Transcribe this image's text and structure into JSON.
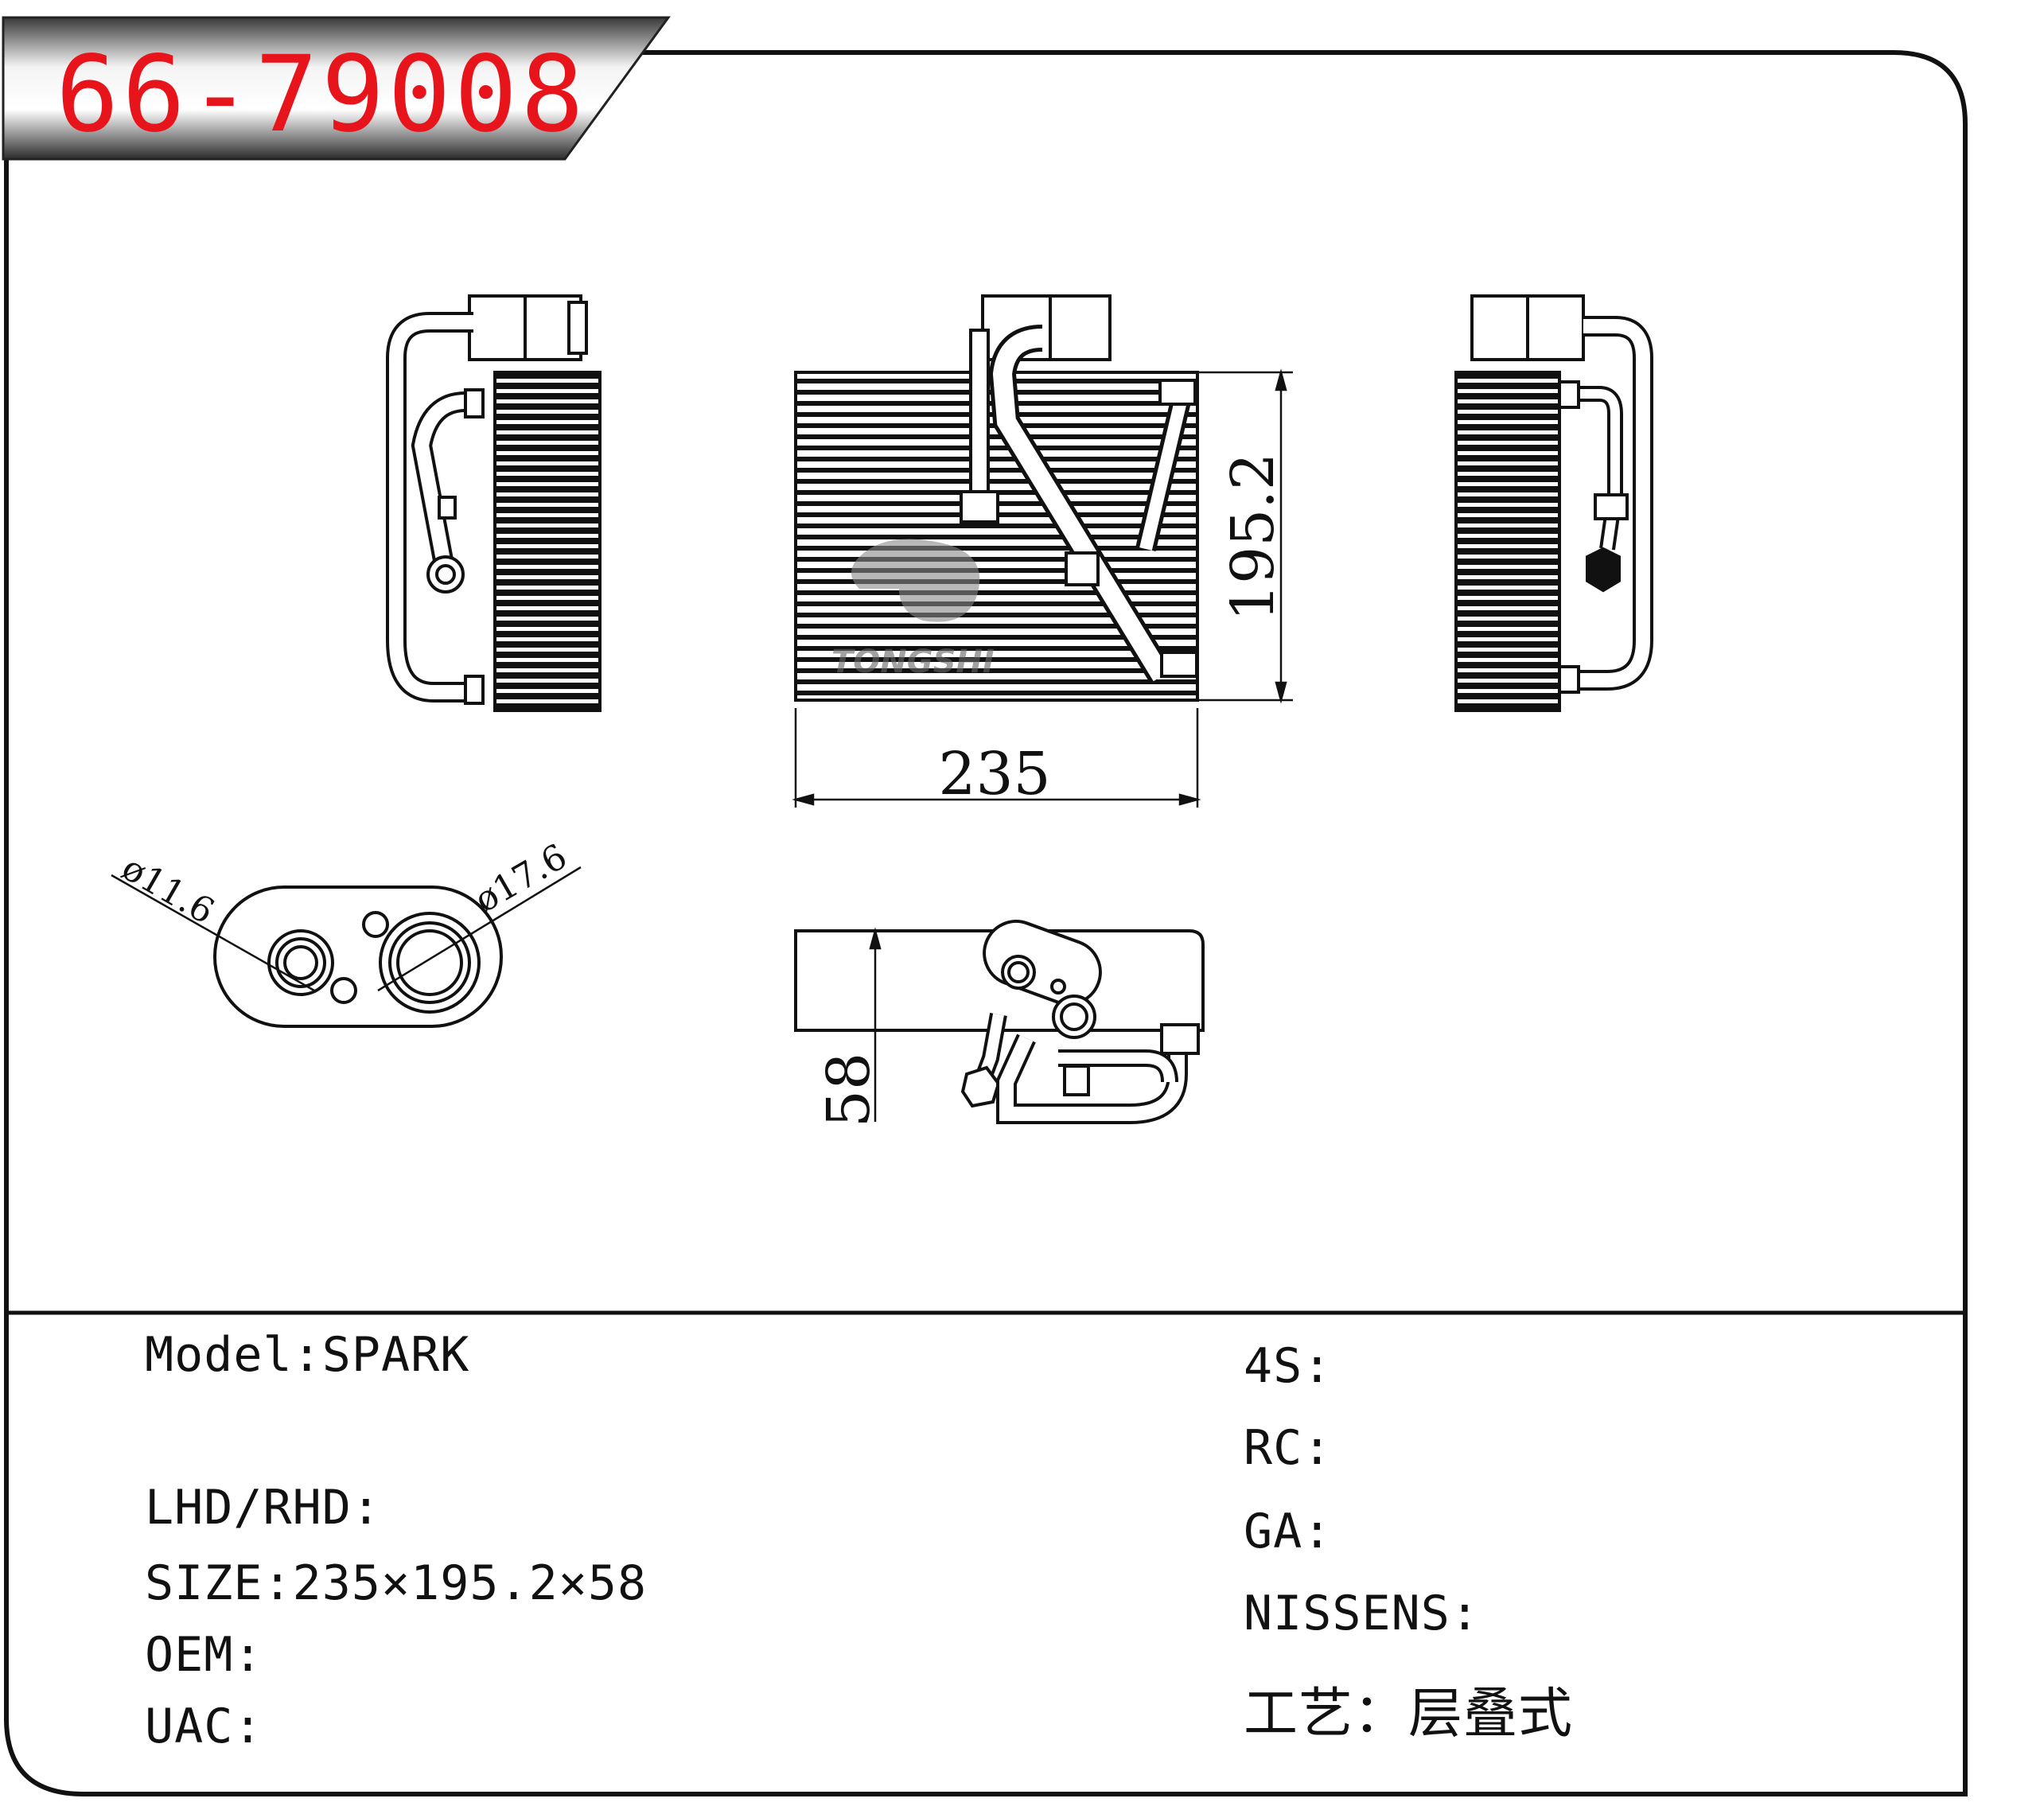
{
  "header": {
    "part_number": "66-79008"
  },
  "dimensions": {
    "width": "235",
    "height": "195.2",
    "depth": "58",
    "port_small_diameter": "ø11.6",
    "port_large_diameter": "ø17.6"
  },
  "watermark": {
    "brand": "TONGSHI"
  },
  "specs_left": [
    {
      "label": "Model",
      "sep": ":",
      "value": "SPARK"
    },
    {
      "label": "LHD/RHD",
      "sep": ":",
      "value": ""
    },
    {
      "label": "SIZE",
      "sep": ":",
      "value": "235×195.2×58"
    },
    {
      "label": "OEM",
      "sep": ":",
      "value": ""
    },
    {
      "label": "UAC",
      "sep": ":",
      "value": ""
    }
  ],
  "specs_right": [
    {
      "label": "4S",
      "sep": ":",
      "value": ""
    },
    {
      "label": "RC",
      "sep": ":",
      "value": ""
    },
    {
      "label": "GA",
      "sep": ":",
      "value": ""
    },
    {
      "label": "NISSENS",
      "sep": ":",
      "value": ""
    },
    {
      "label": "工艺",
      "sep": "：",
      "value": "层叠式"
    }
  ],
  "colors": {
    "part_number": "#e8141b",
    "line": "#111111",
    "banner_dark": "#3a3a3a",
    "banner_light": "#f2f2f2"
  }
}
